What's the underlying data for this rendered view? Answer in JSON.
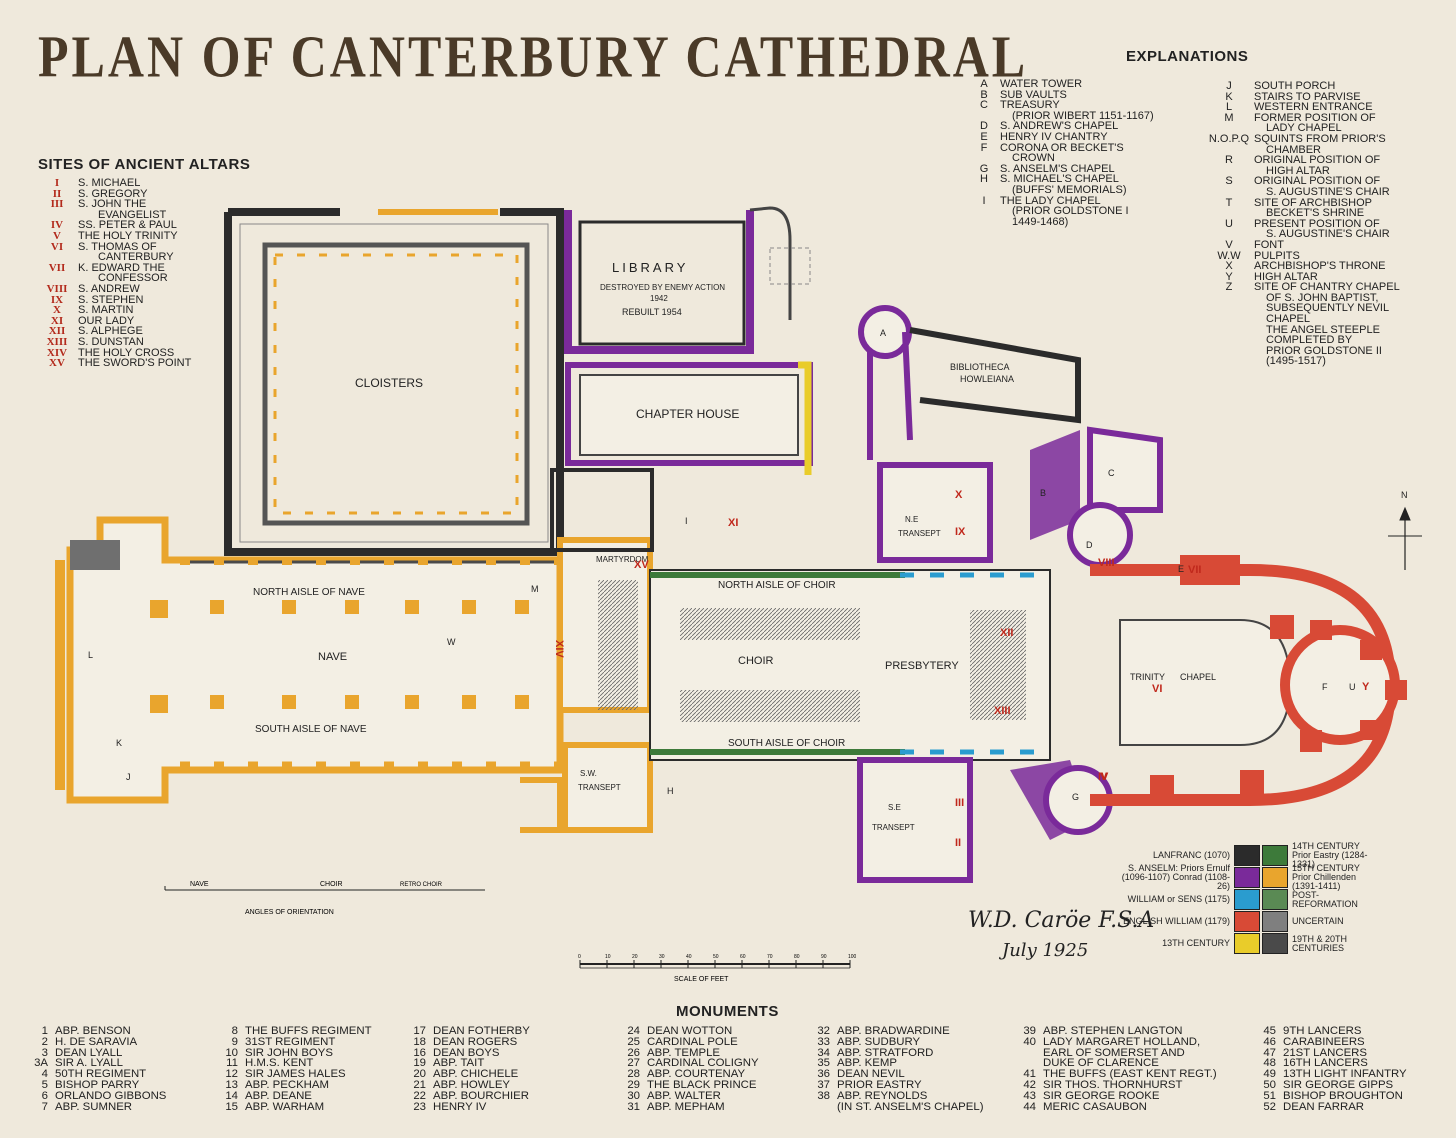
{
  "title": "PLAN OF CANTERBURY CATHEDRAL",
  "altars": {
    "heading": "SITES OF ANCIENT ALTARS",
    "items": [
      {
        "n": "I",
        "t": "S. MICHAEL"
      },
      {
        "n": "II",
        "t": "S. GREGORY"
      },
      {
        "n": "III",
        "t": "S. JOHN THE"
      },
      {
        "n": "",
        "t": "EVANGELIST"
      },
      {
        "n": "IV",
        "t": "SS. PETER & PAUL"
      },
      {
        "n": "V",
        "t": "THE HOLY TRINITY"
      },
      {
        "n": "VI",
        "t": "S. THOMAS OF"
      },
      {
        "n": "",
        "t": "CANTERBURY"
      },
      {
        "n": "VII",
        "t": "K. EDWARD THE"
      },
      {
        "n": "",
        "t": "CONFESSOR"
      },
      {
        "n": "VIII",
        "t": "S. ANDREW"
      },
      {
        "n": "IX",
        "t": "S. STEPHEN"
      },
      {
        "n": "X",
        "t": "S. MARTIN"
      },
      {
        "n": "XI",
        "t": "OUR LADY"
      },
      {
        "n": "XII",
        "t": "S. ALPHEGE"
      },
      {
        "n": "XIII",
        "t": "S. DUNSTAN"
      },
      {
        "n": "XIV",
        "t": "THE HOLY CROSS"
      },
      {
        "n": "XV",
        "t": "THE SWORD'S POINT"
      }
    ]
  },
  "explanations": {
    "heading": "EXPLANATIONS",
    "col1": [
      {
        "k": "A",
        "t": "WATER TOWER"
      },
      {
        "k": "B",
        "t": "SUB VAULTS"
      },
      {
        "k": "C",
        "t": "TREASURY"
      },
      {
        "k": "",
        "t": "(PRIOR WIBERT 1151-1167)"
      },
      {
        "k": "D",
        "t": "S. ANDREW'S CHAPEL"
      },
      {
        "k": "E",
        "t": "HENRY IV CHANTRY"
      },
      {
        "k": "F",
        "t": "CORONA OR BECKET'S"
      },
      {
        "k": "",
        "t": "CROWN"
      },
      {
        "k": "G",
        "t": "S. ANSELM'S CHAPEL"
      },
      {
        "k": "H",
        "t": "S. MICHAEL'S CHAPEL"
      },
      {
        "k": "",
        "t": "(BUFFS' MEMORIALS)"
      },
      {
        "k": "I",
        "t": "THE LADY CHAPEL"
      },
      {
        "k": "",
        "t": "(PRIOR GOLDSTONE I"
      },
      {
        "k": "",
        "t": "1449-1468)"
      }
    ],
    "col2": [
      {
        "k": "J",
        "t": "SOUTH PORCH"
      },
      {
        "k": "K",
        "t": "STAIRS TO PARVISE"
      },
      {
        "k": "L",
        "t": "WESTERN ENTRANCE"
      },
      {
        "k": "M",
        "t": "FORMER POSITION OF"
      },
      {
        "k": "",
        "t": "LADY CHAPEL"
      },
      {
        "k": "N.O.P.Q",
        "t": "SQUINTS FROM PRIOR'S"
      },
      {
        "k": "",
        "t": "CHAMBER"
      },
      {
        "k": "R",
        "t": "ORIGINAL POSITION OF"
      },
      {
        "k": "",
        "t": "HIGH ALTAR"
      },
      {
        "k": "S",
        "t": "ORIGINAL POSITION OF"
      },
      {
        "k": "",
        "t": "S. AUGUSTINE'S CHAIR"
      },
      {
        "k": "T",
        "t": "SITE OF ARCHBISHOP"
      },
      {
        "k": "",
        "t": "BECKET'S SHRINE"
      },
      {
        "k": "U",
        "t": "PRESENT POSITION OF"
      },
      {
        "k": "",
        "t": "S. AUGUSTINE'S CHAIR"
      },
      {
        "k": "V",
        "t": "FONT"
      },
      {
        "k": "W.W",
        "t": "PULPITS"
      },
      {
        "k": "X",
        "t": "ARCHBISHOP'S THRONE"
      },
      {
        "k": "Y",
        "t": "HIGH ALTAR"
      },
      {
        "k": "Z",
        "t": "SITE OF CHANTRY CHAPEL"
      },
      {
        "k": "",
        "t": "OF S. JOHN BAPTIST,"
      },
      {
        "k": "",
        "t": "SUBSEQUENTLY NEVIL"
      },
      {
        "k": "",
        "t": "CHAPEL"
      },
      {
        "k": "",
        "t": "THE ANGEL STEEPLE"
      },
      {
        "k": "",
        "t": "COMPLETED BY"
      },
      {
        "k": "",
        "t": "PRIOR GOLDSTONE II"
      },
      {
        "k": "",
        "t": "(1495-1517)"
      }
    ]
  },
  "plan_labels": {
    "library": "LIBRARY",
    "library_note1": "DESTROYED BY ENEMY ACTION",
    "library_note2": "1942",
    "library_note3": "REBUILT 1954",
    "cloisters": "CLOISTERS",
    "chapter_house": "CHAPTER HOUSE",
    "bibliotheca1": "BIBLIOTHECA",
    "bibliotheca2": "HOWLEIANA",
    "nave": "NAVE",
    "north_aisle_nave": "NORTH AISLE OF NAVE",
    "south_aisle_nave": "SOUTH AISLE OF NAVE",
    "martyrdom": "MARTYRDOM",
    "north_aisle_choir": "NORTH AISLE OF CHOIR",
    "south_aisle_choir": "SOUTH AISLE OF CHOIR",
    "choir": "CHOIR",
    "presbytery": "PRESBYTERY",
    "trinity": "TRINITY",
    "chapel": "CHAPEL",
    "sw_transept1": "S.W.",
    "sw_transept2": "TRANSEPT",
    "se_transept1": "S.E",
    "se_transept2": "TRANSEPT",
    "ne_transept1": "N.E",
    "ne_transept2": "TRANSEPT",
    "north": "N"
  },
  "letters": [
    "A",
    "B",
    "C",
    "D",
    "E",
    "F",
    "G",
    "H",
    "I",
    "J",
    "K",
    "L",
    "M",
    "W",
    "U"
  ],
  "numerals": [
    "XV",
    "XIV",
    "XI",
    "X",
    "IX",
    "VIII",
    "VII",
    "XII",
    "XIII",
    "VI",
    "III",
    "II",
    "IV",
    "Y",
    "V"
  ],
  "scale": {
    "orientation_labels": [
      "NAVE",
      "CHOIR",
      "RETRO CHOIR"
    ],
    "orientation_caption": "ANGLES OF ORIENTATION",
    "feet_ticks": [
      "0",
      "10",
      "20",
      "30",
      "40",
      "50",
      "60",
      "70",
      "80",
      "90",
      "100"
    ],
    "feet_caption": "SCALE OF FEET"
  },
  "legend": {
    "left": [
      {
        "label": "LANFRANC (1070)",
        "color": "#2b2b2b"
      },
      {
        "label": "S. ANSELM: Priors Ernulf (1096-1107) Conrad (1108-26)",
        "color": "#7a2a9a"
      },
      {
        "label": "WILLIAM or SENS (1175)",
        "color": "#2a9ccf"
      },
      {
        "label": "ENGLISH WILLIAM (1179)",
        "color": "#d84a36"
      },
      {
        "label": "13TH CENTURY",
        "color": "#e9cc2a"
      }
    ],
    "right": [
      {
        "label": "14TH CENTURY Prior Eastry (1284-1331)",
        "color": "#3d7a3a"
      },
      {
        "label": "15TH CENTURY Prior Chillenden (1391-1411)",
        "color": "#e9a52d"
      },
      {
        "label": "POST-REFORMATION",
        "color": "#5a8a54"
      },
      {
        "label": "UNCERTAIN",
        "color": "#7f7f7f"
      },
      {
        "label": "19TH & 20TH CENTURIES",
        "color": "#4a4a4a"
      }
    ]
  },
  "signature": {
    "name": "W.D. Caröe F.S.A",
    "date": "July 1925"
  },
  "monuments": {
    "heading": "MONUMENTS",
    "cols": [
      [
        {
          "n": "1",
          "t": "Abp. BENSON"
        },
        {
          "n": "2",
          "t": "H. de SARAVIA"
        },
        {
          "n": "3",
          "t": "DEAN LYALL"
        },
        {
          "n": "3a",
          "t": "SIR A. LYALL"
        },
        {
          "n": "4",
          "t": "50th REGIMENT"
        },
        {
          "n": "5",
          "t": "BISHOP PARRY"
        },
        {
          "n": "6",
          "t": "ORLANDO GIBBONS"
        },
        {
          "n": "7",
          "t": "Abp. SUMNER"
        }
      ],
      [
        {
          "n": "8",
          "t": "THE BUFFS REGIMENT"
        },
        {
          "n": "9",
          "t": "31st REGIMENT"
        },
        {
          "n": "10",
          "t": "SIR JOHN BOYS"
        },
        {
          "n": "11",
          "t": "H.M.S. KENT"
        },
        {
          "n": "12",
          "t": "SIR JAMES HALES"
        },
        {
          "n": "13",
          "t": "Abp. PECKHAM"
        },
        {
          "n": "14",
          "t": "Abp. DEANE"
        },
        {
          "n": "15",
          "t": "Abp. WARHAM"
        }
      ],
      [
        {
          "n": "17",
          "t": "DEAN FOTHERBY"
        },
        {
          "n": "18",
          "t": "DEAN ROGERS"
        },
        {
          "n": "16",
          "t": "DEAN BOYS"
        },
        {
          "n": "19",
          "t": "Abp. TAIT"
        },
        {
          "n": "20",
          "t": "Abp. CHICHELE"
        },
        {
          "n": "21",
          "t": "Abp. HOWLEY"
        },
        {
          "n": "22",
          "t": "Abp. BOURCHIER"
        },
        {
          "n": "23",
          "t": "HENRY IV"
        }
      ],
      [
        {
          "n": "24",
          "t": "DEAN WOTTON"
        },
        {
          "n": "25",
          "t": "CARDINAL POLE"
        },
        {
          "n": "26",
          "t": "Abp. TEMPLE"
        },
        {
          "n": "27",
          "t": "CARDINAL COLIGNY"
        },
        {
          "n": "28",
          "t": "Abp. COURTENAY"
        },
        {
          "n": "29",
          "t": "THE BLACK PRINCE"
        },
        {
          "n": "30",
          "t": "Abp. WALTER"
        },
        {
          "n": "31",
          "t": "Abp. MEPHAM"
        }
      ],
      [
        {
          "n": "32",
          "t": "Abp. BRADWARDINE"
        },
        {
          "n": "33",
          "t": "Abp. SUDBURY"
        },
        {
          "n": "34",
          "t": "Abp. STRATFORD"
        },
        {
          "n": "35",
          "t": "Abp. KEMP"
        },
        {
          "n": "36",
          "t": "DEAN NEVIL"
        },
        {
          "n": "37",
          "t": "PRIOR EASTRY"
        },
        {
          "n": "38",
          "t": "Abp. REYNOLDS"
        },
        {
          "n": "",
          "t": "(IN ST. ANSELM'S CHAPEL)"
        }
      ],
      [
        {
          "n": "39",
          "t": "Abp. STEPHEN LANGTON"
        },
        {
          "n": "40",
          "t": "LADY MARGARET HOLLAND,"
        },
        {
          "n": "",
          "t": "EARL OF SOMERSET AND"
        },
        {
          "n": "",
          "t": "DUKE OF CLARENCE"
        },
        {
          "n": "41",
          "t": "THE BUFFS (EAST KENT REGT.)"
        },
        {
          "n": "42",
          "t": "SIR THOS. THORNHURST"
        },
        {
          "n": "43",
          "t": "SIR GEORGE ROOKE"
        },
        {
          "n": "44",
          "t": "MERIC CASAUBON"
        }
      ],
      [
        {
          "n": "45",
          "t": "9th LANCERS"
        },
        {
          "n": "46",
          "t": "CARABINEERS"
        },
        {
          "n": "47",
          "t": "21st LANCERS"
        },
        {
          "n": "48",
          "t": "16th LANCERS"
        },
        {
          "n": "49",
          "t": "13th LIGHT INFANTRY"
        },
        {
          "n": "50",
          "t": "SIR GEORGE GIPPS"
        },
        {
          "n": "51",
          "t": "BISHOP BROUGHTON"
        },
        {
          "n": "52",
          "t": "DEAN FARRAR"
        }
      ]
    ]
  }
}
